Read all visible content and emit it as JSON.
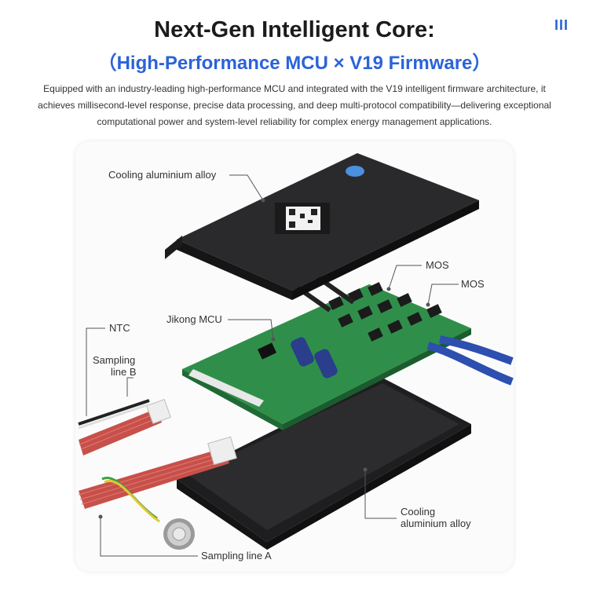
{
  "brand_mark": "III",
  "title": "Next-Gen Intelligent Core:",
  "subtitle": "（High-Performance MCU × V19 Firmware）",
  "description": "Equipped with an industry-leading high-performance MCU and integrated with the V19 intelligent firmware architecture, it achieves millisecond-level response, precise data processing, and deep multi-protocol compatibility—delivering exceptional computational power and system-level reliability for complex energy management applications.",
  "labels": {
    "cooling_top": "Cooling aluminium alloy",
    "mos_1": "MOS",
    "mos_2": "MOS",
    "mcu": "Jikong MCU",
    "ntc": "NTC",
    "sampling_b_line1": "Sampling",
    "sampling_b_line2": "line B",
    "cooling_bottom_line1": "Cooling",
    "cooling_bottom_line2": "aluminium alloy",
    "sampling_a": "Sampling line A"
  },
  "colors": {
    "accent": "#2b63d9",
    "title": "#1b1b1b",
    "pcb": "#2f8f4a",
    "housing": "#2a2a2c",
    "cable_blue": "#2c4fb0",
    "ribbon_red": "#c8504a"
  }
}
